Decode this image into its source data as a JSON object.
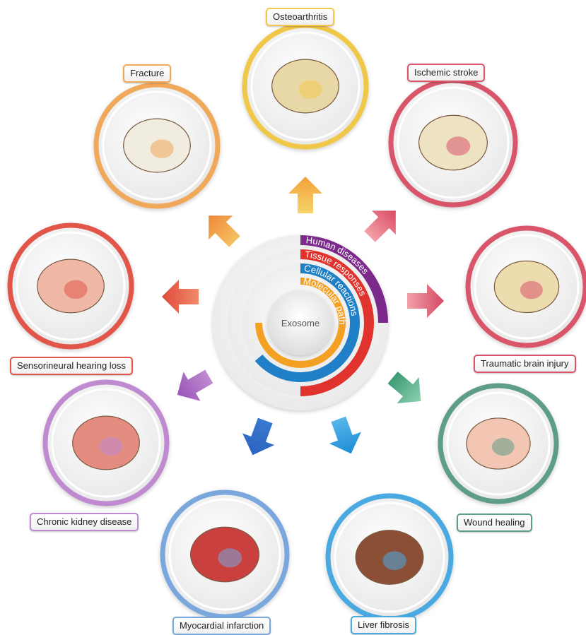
{
  "center_label": "Exosome",
  "rings": [
    {
      "label": "Molecular pathways",
      "color": "#f4a123"
    },
    {
      "label": "Cellular reactions",
      "color": "#1f7fc7"
    },
    {
      "label": "Tissue responses",
      "color": "#e0332d"
    },
    {
      "label": "Human diseases",
      "color": "#7b2a8c"
    }
  ],
  "diseases": [
    {
      "key": "osteoarthritis",
      "label": "Osteoarthritis",
      "color": "#f0c84a"
    },
    {
      "key": "ischemic-stroke",
      "label": "Ischemic stroke",
      "color": "#d9546b"
    },
    {
      "key": "traumatic-brain-injury",
      "label": "Traumatic brain injury",
      "color": "#d9546b"
    },
    {
      "key": "wound-healing",
      "label": "Wound healing",
      "color": "#5f9e86"
    },
    {
      "key": "liver-fibrosis",
      "label": "Liver fibrosis",
      "color": "#4aa9e0"
    },
    {
      "key": "myocardial-infarction",
      "label": "Myocardial infarction",
      "color": "#7aa8dd"
    },
    {
      "key": "chronic-kidney-disease",
      "label": "Chronic kidney disease",
      "color": "#c08ad0"
    },
    {
      "key": "sensorineural-hearing-loss",
      "label": "Sensorineural hearing loss",
      "color": "#e2564a"
    },
    {
      "key": "fracture",
      "label": "Fracture",
      "color": "#f0a85a"
    }
  ]
}
